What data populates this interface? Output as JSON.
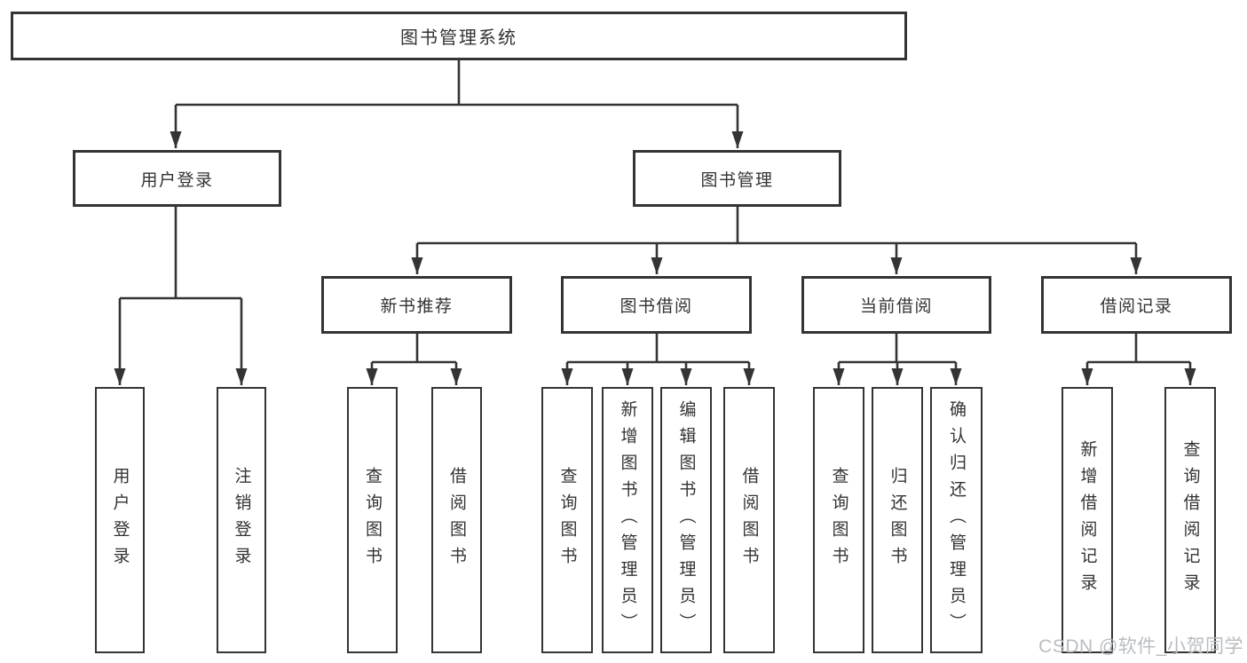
{
  "diagram": {
    "root": {
      "label": "图书管理系统"
    },
    "level2": [
      {
        "label": "用户登录"
      },
      {
        "label": "图书管理"
      }
    ],
    "level3": [
      {
        "label": "新书推荐",
        "parent": "图书管理"
      },
      {
        "label": "图书借阅",
        "parent": "图书管理"
      },
      {
        "label": "当前借阅",
        "parent": "图书管理"
      },
      {
        "label": "借阅记录",
        "parent": "图书管理"
      }
    ],
    "leaves": [
      {
        "label": "用户登录",
        "parent": "用户登录"
      },
      {
        "label": "注销登录",
        "parent": "用户登录"
      },
      {
        "label": "查询图书",
        "parent": "新书推荐"
      },
      {
        "label": "借阅图书",
        "parent": "新书推荐"
      },
      {
        "label": "查询图书",
        "parent": "图书借阅"
      },
      {
        "label": "新增图书（管理员）",
        "parent": "图书借阅"
      },
      {
        "label": "编辑图书（管理员）",
        "parent": "图书借阅"
      },
      {
        "label": "借阅图书",
        "parent": "图书借阅"
      },
      {
        "label": "查询图书",
        "parent": "当前借阅"
      },
      {
        "label": "归还图书",
        "parent": "当前借阅"
      },
      {
        "label": "确认归还（管理员）",
        "parent": "当前借阅"
      },
      {
        "label": "新增借阅记录",
        "parent": "借阅记录"
      },
      {
        "label": "查询借阅记录",
        "parent": "借阅记录"
      }
    ]
  },
  "watermark": {
    "text": "CSDN @软件_小贺同学"
  },
  "colors": {
    "line": "#343434",
    "box_border": "#343434",
    "box_fill": "#ffffff",
    "text": "#333333",
    "watermark": "#b9bdc1"
  }
}
